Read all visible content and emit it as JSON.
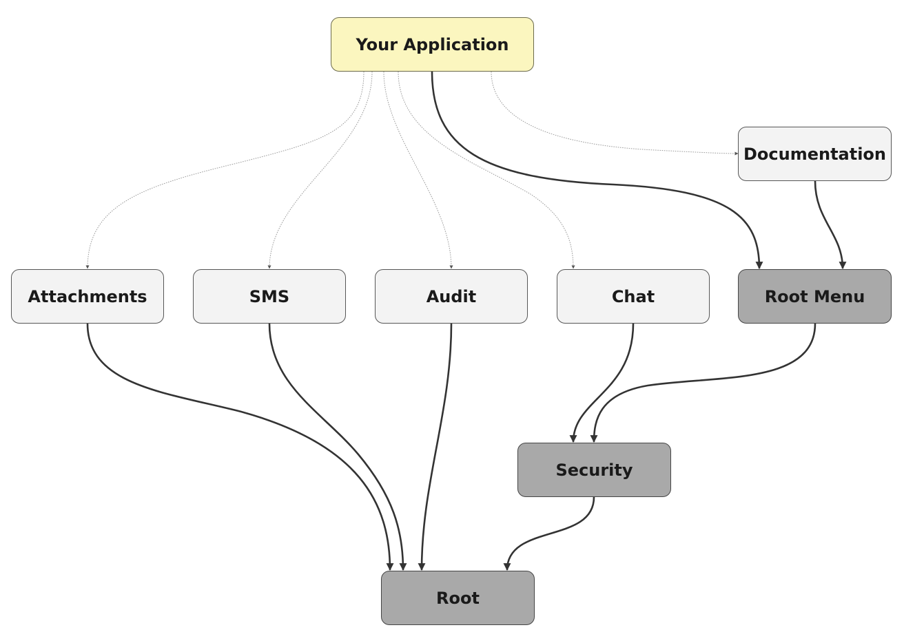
{
  "diagram": {
    "nodes": {
      "app": {
        "label": "Your Application"
      },
      "documentation": {
        "label": "Documentation"
      },
      "attachments": {
        "label": "Attachments"
      },
      "sms": {
        "label": "SMS"
      },
      "audit": {
        "label": "Audit"
      },
      "chat": {
        "label": "Chat"
      },
      "root_menu": {
        "label": "Root Menu"
      },
      "security": {
        "label": "Security"
      },
      "root": {
        "label": "Root"
      }
    },
    "edges": [
      {
        "from": "Your Application",
        "to": "Attachments",
        "style": "dotted"
      },
      {
        "from": "Your Application",
        "to": "SMS",
        "style": "dotted"
      },
      {
        "from": "Your Application",
        "to": "Audit",
        "style": "dotted"
      },
      {
        "from": "Your Application",
        "to": "Chat",
        "style": "dotted"
      },
      {
        "from": "Your Application",
        "to": "Documentation",
        "style": "dotted"
      },
      {
        "from": "Your Application",
        "to": "Root Menu",
        "style": "solid"
      },
      {
        "from": "Documentation",
        "to": "Root Menu",
        "style": "solid"
      },
      {
        "from": "Attachments",
        "to": "Root",
        "style": "solid"
      },
      {
        "from": "SMS",
        "to": "Root",
        "style": "solid"
      },
      {
        "from": "Audit",
        "to": "Root",
        "style": "solid"
      },
      {
        "from": "Chat",
        "to": "Security",
        "style": "solid"
      },
      {
        "from": "Root Menu",
        "to": "Security",
        "style": "solid"
      },
      {
        "from": "Security",
        "to": "Root",
        "style": "solid"
      }
    ],
    "colors": {
      "app_fill": "#fbf6bf",
      "module_fill": "#f3f3f3",
      "core_fill": "#a9a9a9",
      "edge": "#333333"
    }
  }
}
